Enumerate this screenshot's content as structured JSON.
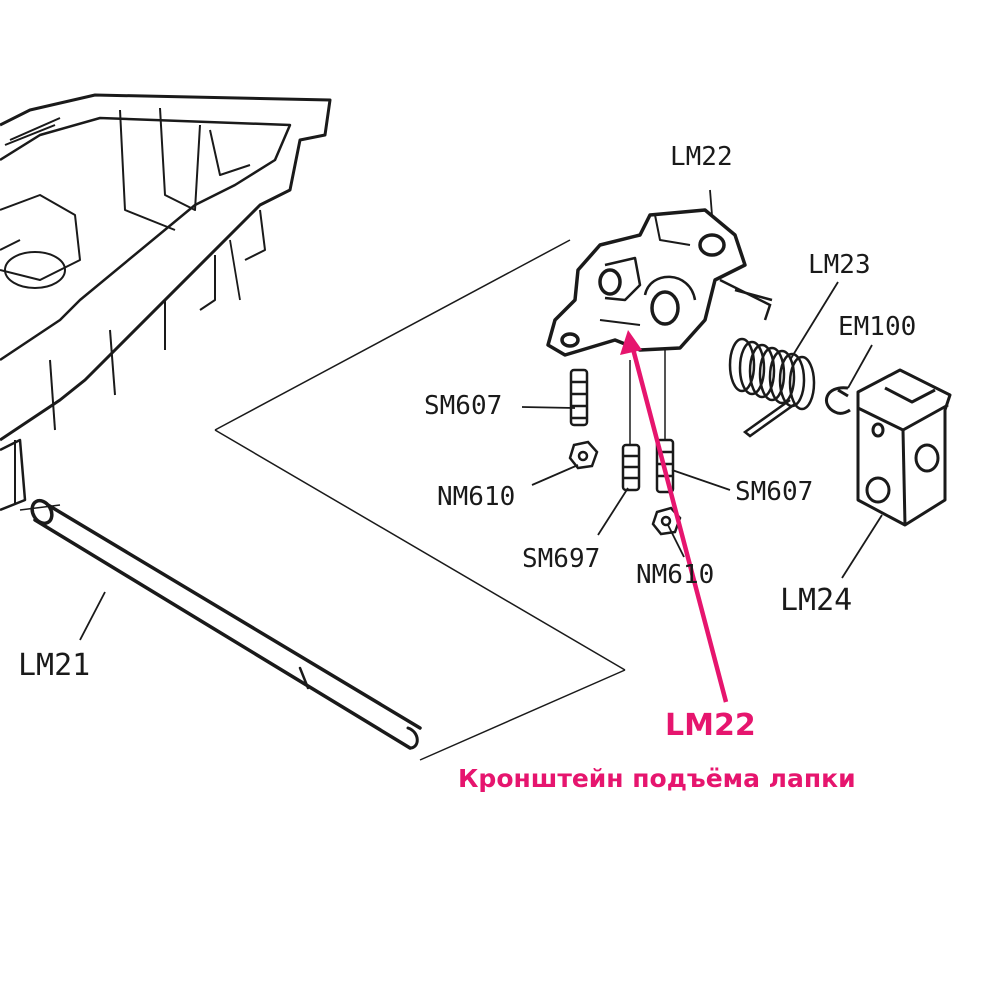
{
  "labels": {
    "lm22_top": "LM22",
    "lm23": "LM23",
    "em100": "EM100",
    "sm607_left": "SM607",
    "nm610_left": "NM610",
    "sm607_right": "SM607",
    "sm697": "SM697",
    "nm610_right": "NM610",
    "lm24": "LM24",
    "lm21": "LM21"
  },
  "highlight": {
    "code": "LM22",
    "description": "Кронштейн подъёма лапки",
    "color": "#e6156e"
  }
}
